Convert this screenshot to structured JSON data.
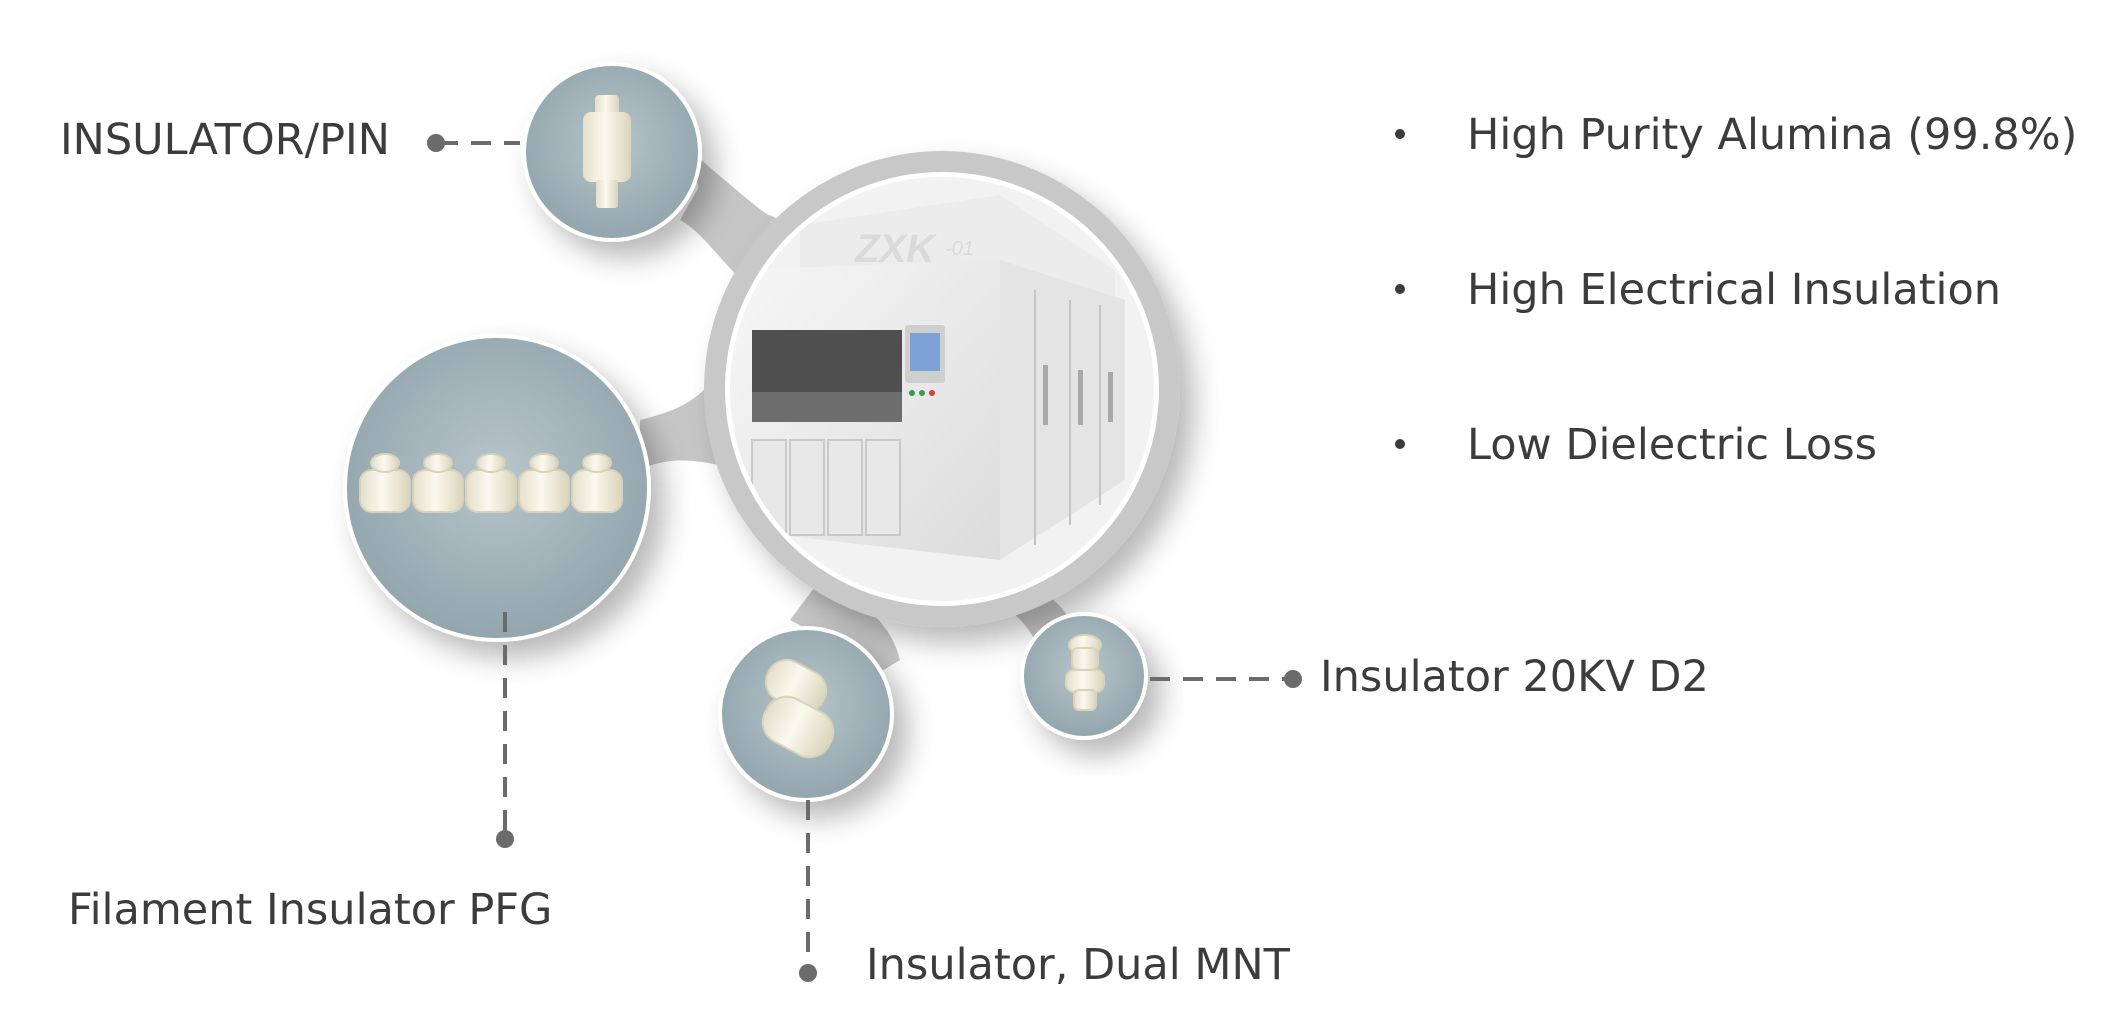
{
  "labels": {
    "insulator_pin": "INSULATOR/PIN",
    "filament_insulator": "Filament Insulator PFG",
    "dual_mnt": "Insulator, Dual MNT",
    "insulator_20kv": "Insulator 20KV D2"
  },
  "machine": {
    "brand_text": "ZXK",
    "model_suffix": "-01"
  },
  "features": [
    "High Purity Alumina (99.8%)",
    "High Electrical Insulation",
    "Low Dielectric Loss"
  ],
  "colors": {
    "text": "#3c3c3c",
    "connector": "#6b6b6b",
    "hub_ring": "#c8c8c8",
    "product_bg": "#9fb0b7",
    "ceramic": "#f3f0e1"
  }
}
